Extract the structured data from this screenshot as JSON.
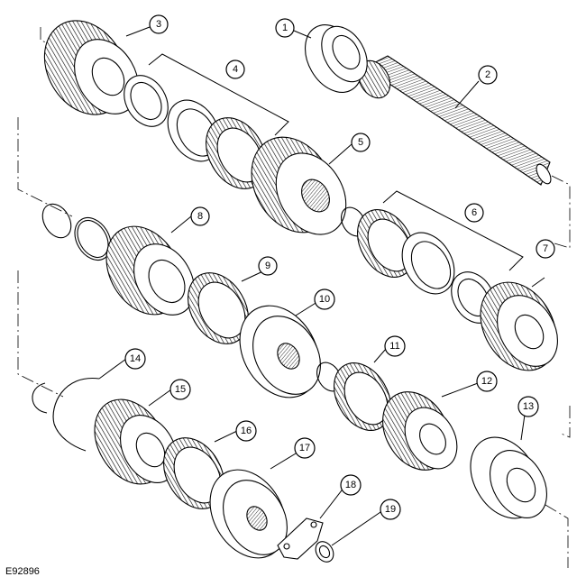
{
  "figure_id": "E92896",
  "callouts": [
    {
      "label": "1",
      "part": "bearing"
    },
    {
      "label": "2",
      "part": "shaft"
    },
    {
      "label": "3",
      "part": "gear"
    },
    {
      "label": "4",
      "part": "synchro-ring-set"
    },
    {
      "label": "5",
      "part": "synchro-hub-gear"
    },
    {
      "label": "6",
      "part": "synchro-ring-set"
    },
    {
      "label": "7",
      "part": "gear"
    },
    {
      "label": "8",
      "part": "gear"
    },
    {
      "label": "9",
      "part": "synchro-ring"
    },
    {
      "label": "10",
      "part": "synchro-hub"
    },
    {
      "label": "11",
      "part": "synchro-ring"
    },
    {
      "label": "12",
      "part": "gear"
    },
    {
      "label": "13",
      "part": "bearing"
    },
    {
      "label": "14",
      "part": "snap-ring"
    },
    {
      "label": "15",
      "part": "gear"
    },
    {
      "label": "16",
      "part": "synchro-ring"
    },
    {
      "label": "17",
      "part": "synchro-hub"
    },
    {
      "label": "18",
      "part": "retaining-plate"
    },
    {
      "label": "19",
      "part": "lock-washer"
    }
  ]
}
